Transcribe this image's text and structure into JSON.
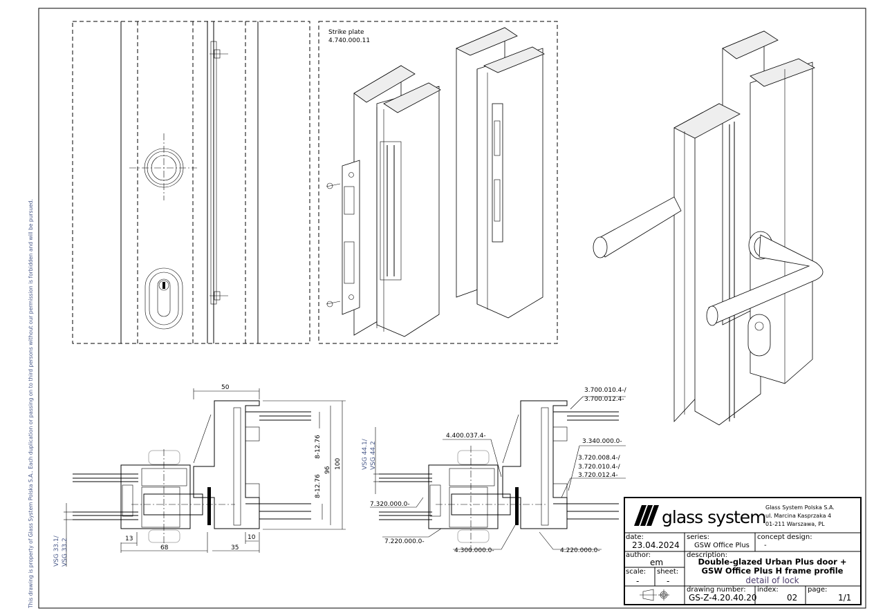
{
  "copyright_note": "This drawing is property of Glass System Polska S.A.. Each duplication or passing on to third persons without our permission is forbidden and will be pursued.",
  "elevation": {
    "strike_plate_label": "Strike plate",
    "strike_plate_code": "4.740.000.11"
  },
  "section_left": {
    "dims": {
      "top_width": "50",
      "height_outer": "100",
      "height_inner": "96",
      "glass_upper": "8-12.76",
      "glass_lower": "8-12.76",
      "gasket_left": "13",
      "sash_width": "68",
      "frame_width": "35",
      "gasket_right": "10"
    },
    "glass_label_1": "VSG 33.1/",
    "glass_label_2": "VSG 33.2"
  },
  "section_right": {
    "glass_label_1": "VSG 44.1/",
    "glass_label_2": "VSG 44.2",
    "parts": {
      "p1": "3.700.010.4-/",
      "p2": "3.700.012.4-",
      "p3": "4.400.037.4-",
      "p4": "3.340.000.0-",
      "p5": "3.720.008.4-/",
      "p6": "3.720.010.4-/",
      "p7": "3.720.012.4-",
      "p8": "7.320.000.0-",
      "p9": "7.220.000.0-",
      "p10": "4.300.000.0-",
      "p11": "4.220.000.0-"
    }
  },
  "title_block": {
    "logo_text": "glass system",
    "company": "Glass System Polska S.A.",
    "street": "ul. Marcina Kasprzaka 4",
    "city": "01-211 Warszawa, PL",
    "date_label": "date:",
    "date": "23.04.2024",
    "series_label": "series:",
    "series": "GSW Office Plus",
    "concept_label": "concept design:",
    "concept": "-",
    "author_label": "author:",
    "author": "em",
    "description_label": "description:",
    "description_line1": "Double-glazed Urban Plus door +",
    "description_line2": "GSW Office Plus H frame profile",
    "description_line3": "detail of lock",
    "scale_label": "scale:",
    "scale": "-",
    "sheet_label": "sheet:",
    "sheet": "-",
    "drawing_number_label": "drawing number:",
    "drawing_number": "GS-Z-4.20.40.20",
    "index_label": "index:",
    "index": "02",
    "page_label": "page:",
    "page": "1/1",
    "accent": "#4a5a8a"
  }
}
